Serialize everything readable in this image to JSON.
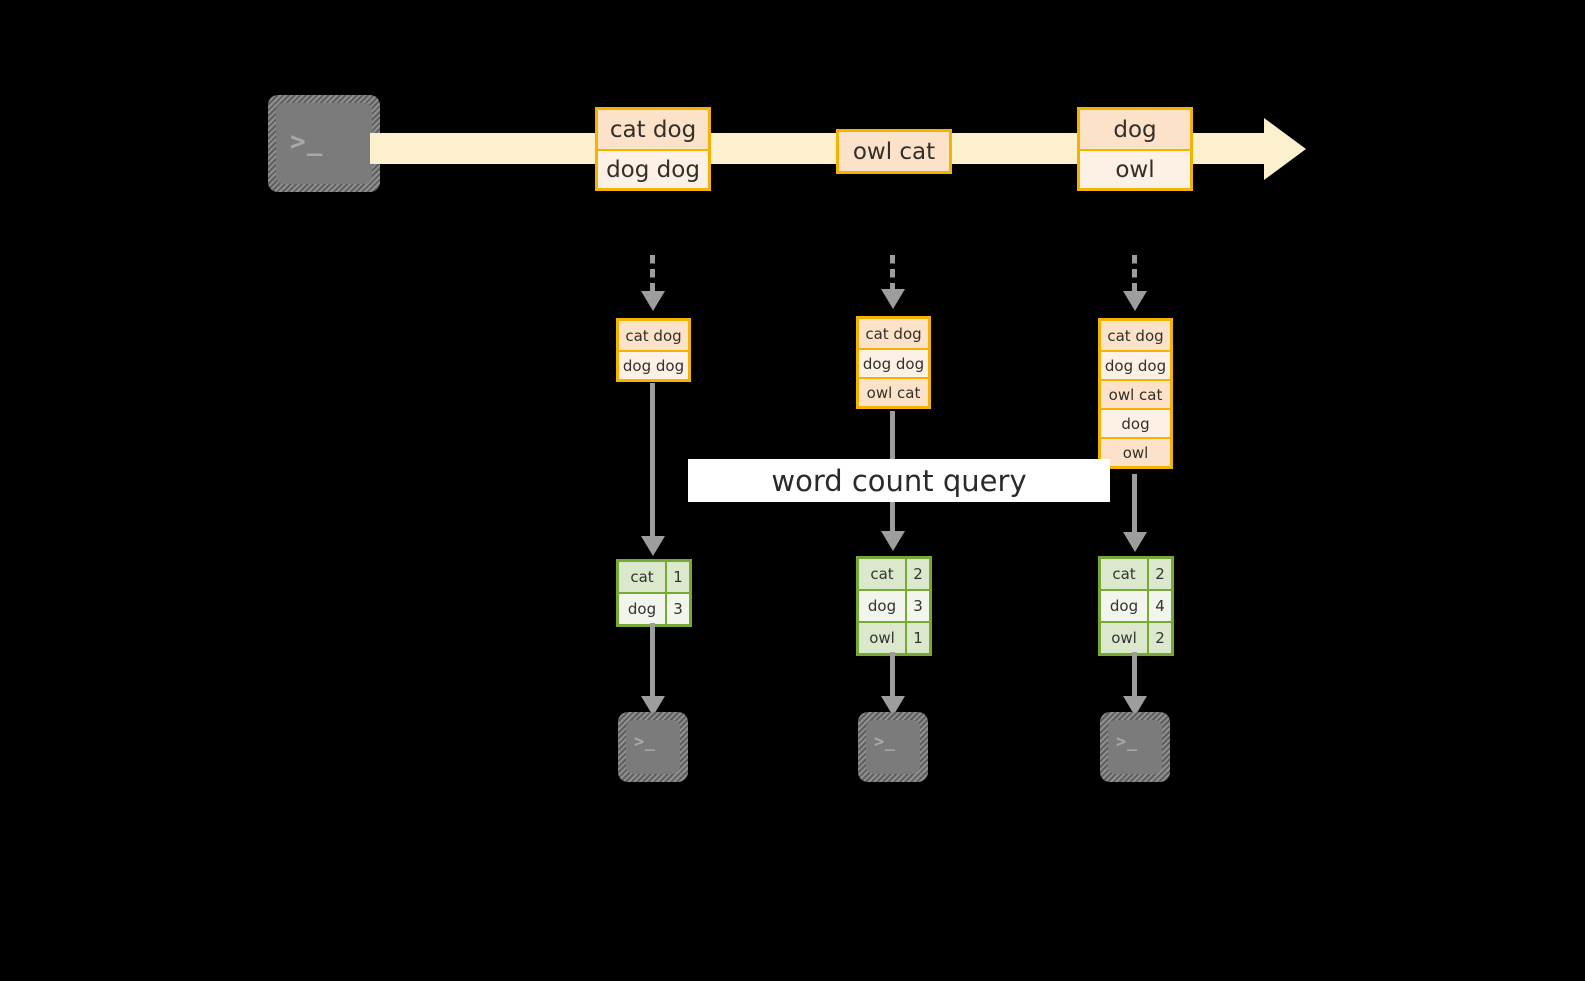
{
  "diagram": {
    "title_banner": "word count query",
    "colors": {
      "record_border": "#f5b301",
      "record_fill_dark": "#fce2c8",
      "record_fill_light": "#fdf1e6",
      "stream_arrow": "#fdf0cf",
      "table_border": "#76a935",
      "table_fill_dark": "#dce8cc",
      "table_fill_light": "#f1f5ec",
      "arrow_gray": "#9d9d9d",
      "terminal_body": "#7b7b7b",
      "background": "#000000"
    },
    "source": {
      "icon": "terminal-icon",
      "prompt_glyph": ">_"
    },
    "stream": {
      "label": "event-stream-arrow",
      "groups": [
        {
          "name": "stream-group-1",
          "rows": [
            "cat dog",
            "dog dog"
          ]
        },
        {
          "name": "stream-group-2",
          "rows": [
            "owl cat"
          ]
        },
        {
          "name": "stream-group-3",
          "rows": [
            "dog",
            "owl"
          ]
        }
      ]
    },
    "snapshots": [
      {
        "name": "snapshot-1",
        "rows": [
          "cat dog",
          "dog dog"
        ],
        "result": {
          "rows": [
            {
              "word": "cat",
              "count": "1"
            },
            {
              "word": "dog",
              "count": "3"
            }
          ]
        },
        "sink": {
          "icon": "terminal-icon",
          "prompt_glyph": ">_"
        }
      },
      {
        "name": "snapshot-2",
        "rows": [
          "cat dog",
          "dog dog",
          "owl cat"
        ],
        "result": {
          "rows": [
            {
              "word": "cat",
              "count": "2"
            },
            {
              "word": "dog",
              "count": "3"
            },
            {
              "word": "owl",
              "count": "1"
            }
          ]
        },
        "sink": {
          "icon": "terminal-icon",
          "prompt_glyph": ">_"
        }
      },
      {
        "name": "snapshot-3",
        "rows": [
          "cat dog",
          "dog dog",
          "owl cat",
          "dog",
          "owl"
        ],
        "result": {
          "rows": [
            {
              "word": "cat",
              "count": "2"
            },
            {
              "word": "dog",
              "count": "4"
            },
            {
              "word": "owl",
              "count": "2"
            }
          ]
        },
        "sink": {
          "icon": "terminal-icon",
          "prompt_glyph": ">_"
        }
      }
    ]
  }
}
